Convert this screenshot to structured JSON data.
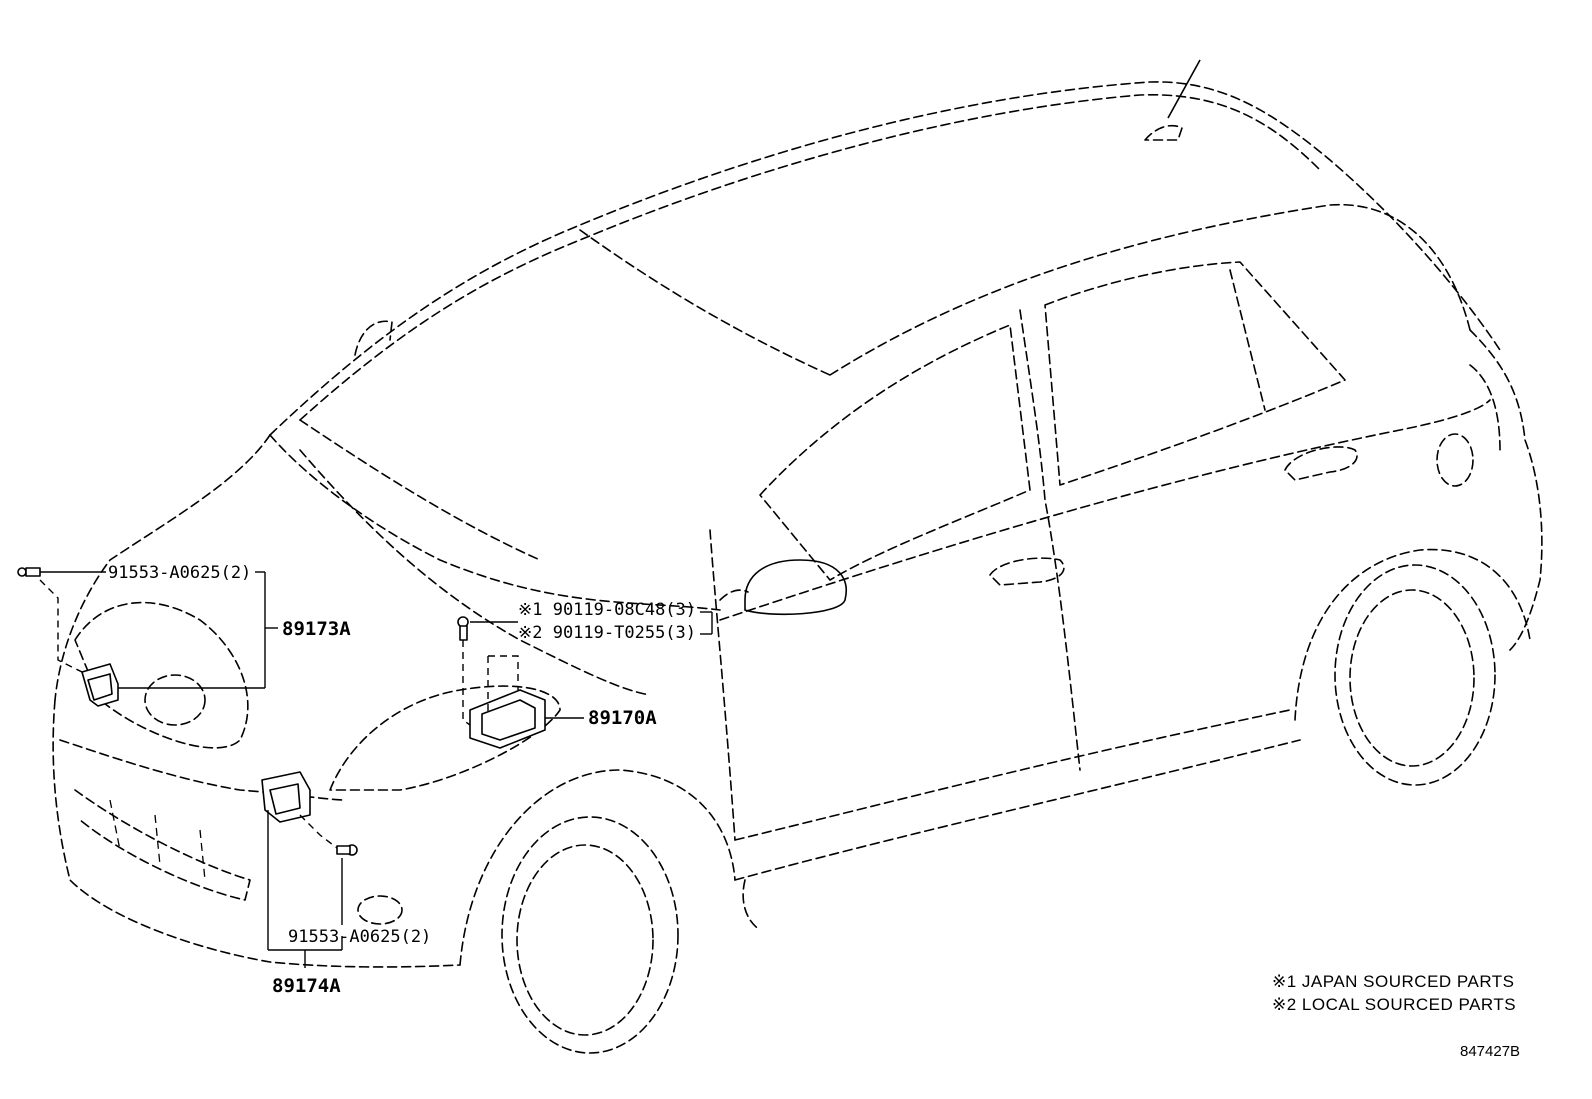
{
  "callouts": {
    "bolt_upper_left": "91553-A0625(2)",
    "sensor_front_left": "89173A",
    "bolt_japan": "※1 90119-08C48(3)",
    "bolt_local": "※2 90119-T0255(3)",
    "airbag_sensor_center": "89170A",
    "bolt_lower": "91553-A0625(2)",
    "sensor_front_right": "89174A"
  },
  "legend": {
    "note1": "※1 JAPAN SOURCED PARTS",
    "note2": "※2 LOCAL SOURCED PARTS"
  },
  "drawing_code": "847427B"
}
